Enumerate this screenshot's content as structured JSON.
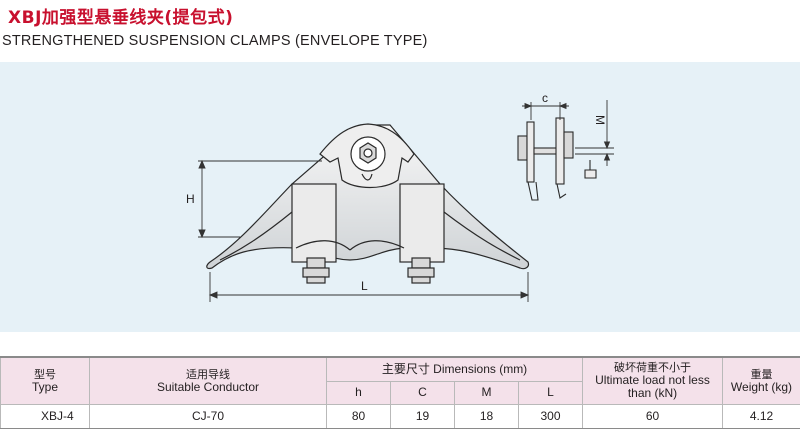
{
  "heading": {
    "title_cn": "XBJ加强型悬垂线夹(提包式)",
    "title_en": "STRENGTHENED SUSPENSION CLAMPS (ENVELOPE TYPE)"
  },
  "drawing": {
    "dim_H": "H",
    "dim_L": "L",
    "dim_C": "c",
    "dim_M": "M"
  },
  "table": {
    "headers": {
      "type_cn": "型号",
      "type_en": "Type",
      "conductor_cn": "适用导线",
      "conductor_en": "Suitable Conductor",
      "dimensions_cn": "主要尺寸",
      "dimensions_en": "Dimensions (mm)",
      "load_cn": "破坏荷重不小于",
      "load_en": "Ultimate load not less than (kN)",
      "weight_cn": "重量",
      "weight_en": "Weight (kg)"
    },
    "dim_columns": [
      "h",
      "C",
      "M",
      "L"
    ],
    "rows": [
      {
        "type": "XBJ-4",
        "conductor": "CJ-70",
        "h": "80",
        "c": "19",
        "m": "18",
        "l": "300",
        "load": "60",
        "weight": "4.12"
      }
    ]
  }
}
